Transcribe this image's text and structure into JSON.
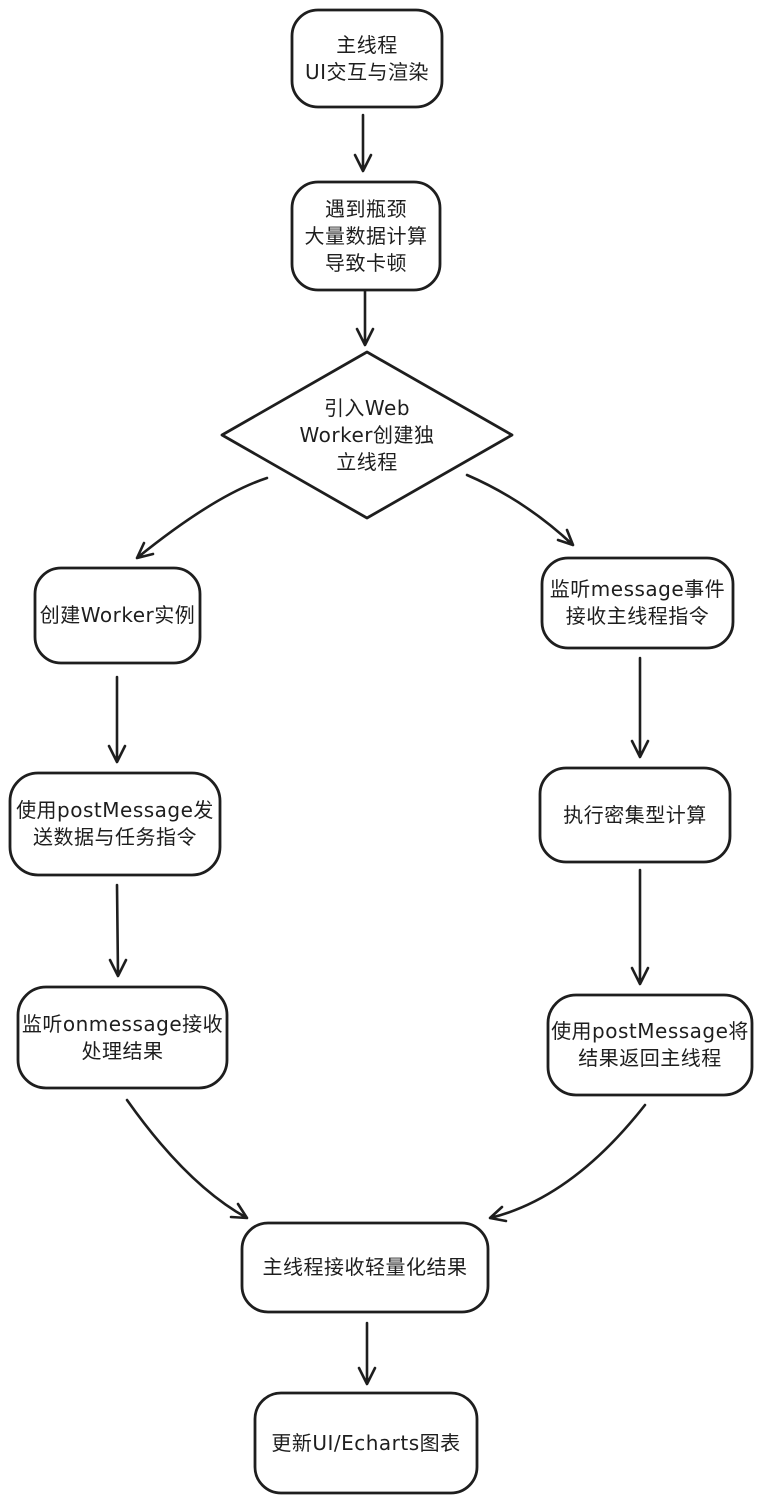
{
  "diagram": {
    "type": "flowchart",
    "style": "hand-drawn",
    "colors": {
      "background": "#ffffff",
      "stroke": "#1e1e1e",
      "node_fill": "#ffffff",
      "text": "#1e1e1e"
    },
    "nodes": {
      "main_thread": {
        "shape": "rounded-rect",
        "label": "主线程\nUI交互与渲染"
      },
      "bottleneck": {
        "shape": "rounded-rect",
        "label": "遇到瓶颈\n大量数据计算\n导致卡顿"
      },
      "decision": {
        "shape": "diamond",
        "label": "引入Web\nWorker创建独\n立线程"
      },
      "create_worker": {
        "shape": "rounded-rect",
        "label": "创建Worker实例"
      },
      "listen_message": {
        "shape": "rounded-rect",
        "label": "监听message事件\n接收主线程指令"
      },
      "post_message_send": {
        "shape": "rounded-rect",
        "label": "使用postMessage发\n送数据与任务指令"
      },
      "compute": {
        "shape": "rounded-rect",
        "label": "执行密集型计算"
      },
      "listen_onmessage": {
        "shape": "rounded-rect",
        "label": "监听onmessage接收\n处理结果"
      },
      "post_message_return": {
        "shape": "rounded-rect",
        "label": "使用postMessage将\n结果返回主线程"
      },
      "receive_result": {
        "shape": "rounded-rect",
        "label": "主线程接收轻量化结果"
      },
      "update_ui": {
        "shape": "rounded-rect",
        "label": "更新UI/Echarts图表"
      }
    },
    "edges": [
      {
        "from": "main_thread",
        "to": "bottleneck"
      },
      {
        "from": "bottleneck",
        "to": "decision"
      },
      {
        "from": "decision",
        "to": "create_worker"
      },
      {
        "from": "decision",
        "to": "listen_message"
      },
      {
        "from": "create_worker",
        "to": "post_message_send"
      },
      {
        "from": "listen_message",
        "to": "compute"
      },
      {
        "from": "post_message_send",
        "to": "listen_onmessage"
      },
      {
        "from": "compute",
        "to": "post_message_return"
      },
      {
        "from": "listen_onmessage",
        "to": "receive_result"
      },
      {
        "from": "post_message_return",
        "to": "receive_result"
      },
      {
        "from": "receive_result",
        "to": "update_ui"
      }
    ]
  }
}
